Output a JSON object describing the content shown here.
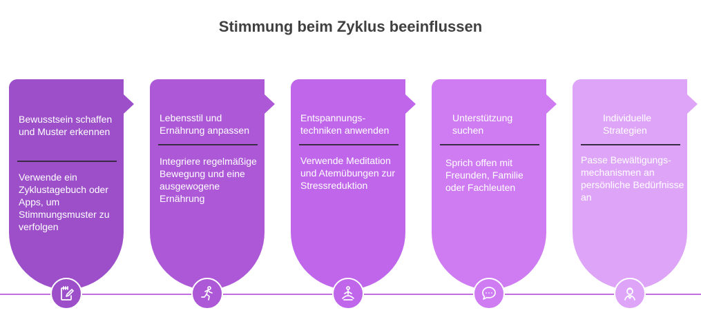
{
  "title": "Stimmung beim Zyklus beeinflussen",
  "colors": {
    "step1": "#9c4fc9",
    "step2": "#ad58d7",
    "step3": "#c066ea",
    "step4": "#cf7cf2",
    "step5": "#dda4f7",
    "timeline": "#c06ee0"
  },
  "steps": [
    {
      "heading": "Bewusstsein schaffen und Muster erkennen",
      "body": "Verwende ein Zyklustagebuch oder Apps, um Stimmungsmuster zu verfolgen",
      "icon": "notepad-pen-icon"
    },
    {
      "heading": "Lebensstil und Ernährung anpassen",
      "body": "Integriere regelmäßige Bewegung und eine ausgewogene Ernährung",
      "icon": "running-person-icon"
    },
    {
      "heading": "Entspannungs-techniken anwenden",
      "body": "Verwende Meditation und Atemübungen zur Stressreduktion",
      "icon": "meditation-icon"
    },
    {
      "heading": "Unterstützung suchen",
      "body": "Sprich offen mit Freunden, Familie oder Fachleuten",
      "icon": "speech-bubble-icon"
    },
    {
      "heading": "Individuelle Strategien",
      "body": "Passe Bewältigungs-mechanismen an persönliche Bedürfnisse an",
      "icon": "person-icon"
    }
  ]
}
